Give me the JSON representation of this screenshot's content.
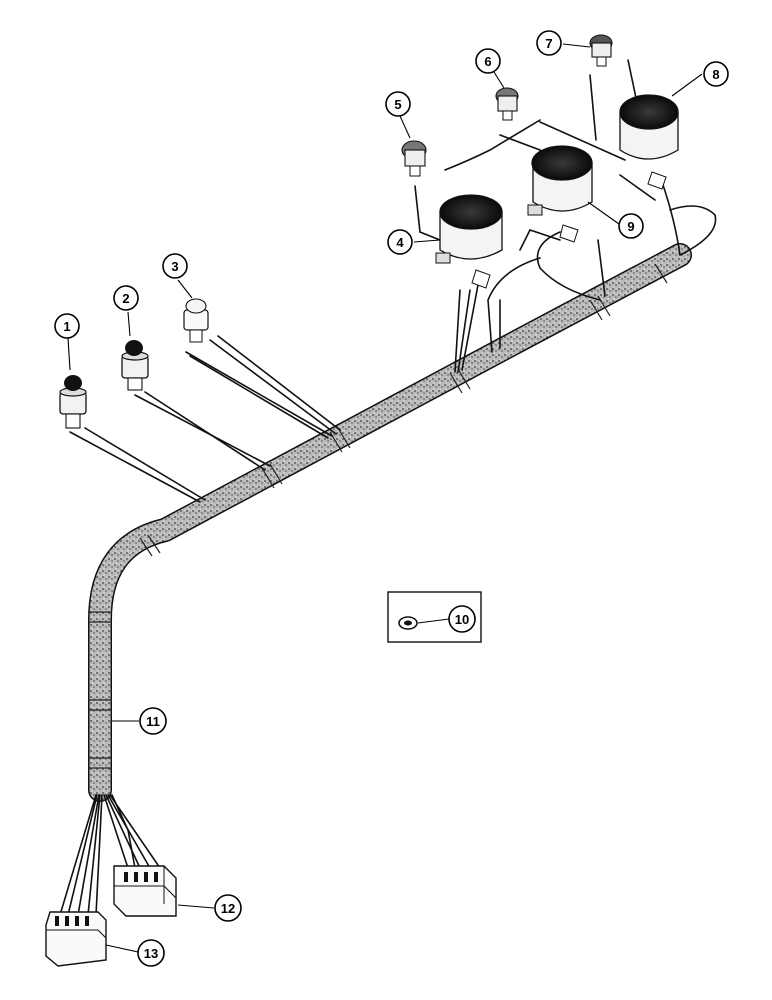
{
  "colors": {
    "ink": "#111111",
    "paper": "#ffffff",
    "harness": "#8a8a8a"
  },
  "callouts": {
    "c1": "1",
    "c2": "2",
    "c3": "3",
    "c4": "4",
    "c5": "5",
    "c6": "6",
    "c7": "7",
    "c8": "8",
    "c9": "9",
    "c10": "10",
    "c11": "11",
    "c12": "12",
    "c13": "13"
  }
}
